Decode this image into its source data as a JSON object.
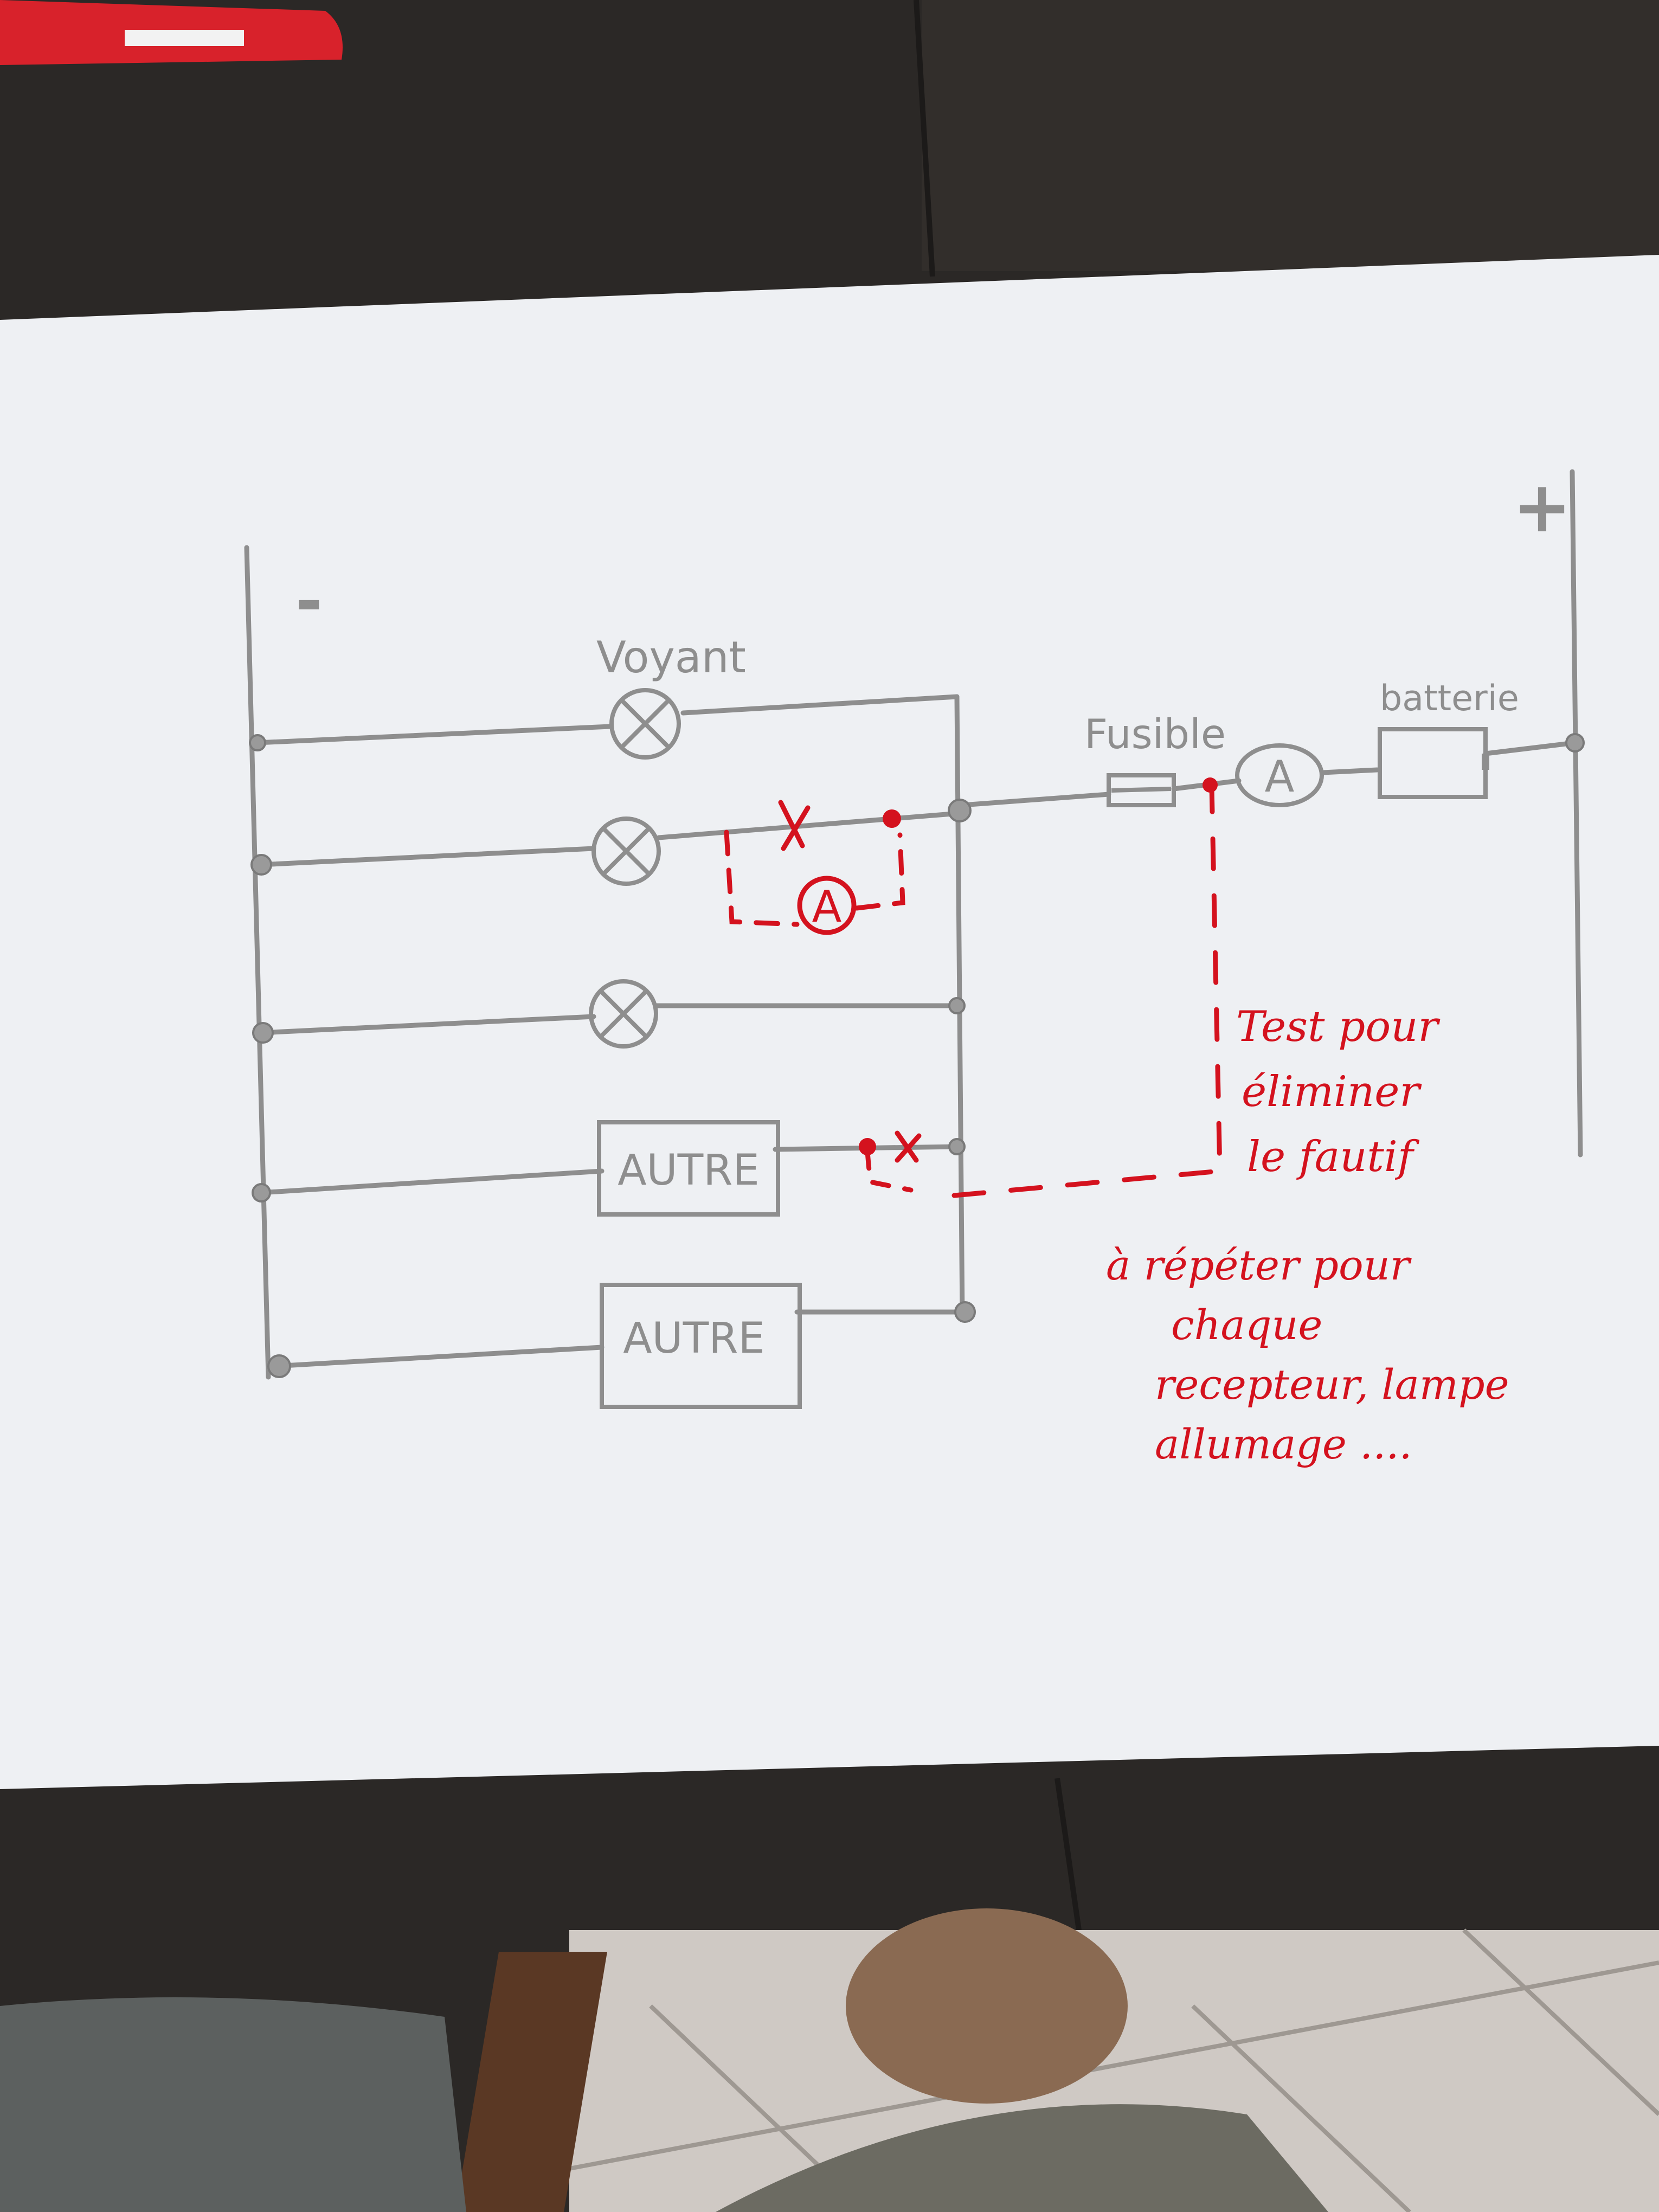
{
  "diagram": {
    "rail_minus": {
      "label": "-"
    },
    "rail_plus": {
      "label": "+"
    },
    "components": {
      "voyant": {
        "label": "Voyant",
        "symbol": "lamp"
      },
      "fusible": {
        "label": "Fusible",
        "symbol": "fuse"
      },
      "batterie": {
        "label": "batterie",
        "symbol": "battery"
      },
      "ammeter_main": {
        "label": "A",
        "symbol": "ammeter"
      },
      "ammeter_test": {
        "label": "A",
        "symbol": "ammeter"
      },
      "autre_1": {
        "label": "AUTRE",
        "symbol": "box"
      },
      "autre_2": {
        "label": "AUTRE",
        "symbol": "box"
      }
    },
    "branches": [
      {
        "load": "lamp"
      },
      {
        "load": "lamp",
        "test": "ammeter-in-place-of-open-link"
      },
      {
        "load": "lamp"
      },
      {
        "load": "box",
        "test": "open-link"
      },
      {
        "load": "box"
      }
    ],
    "annotations": {
      "test_note": [
        "Test pour",
        "éliminer",
        "le fautif"
      ],
      "repeat_note": [
        "à répéter pour",
        "chaque",
        "recepteur, lampe",
        "allumage ...."
      ]
    },
    "colors": {
      "pencil": "#8e8e8e",
      "red_pen": "#d4121e",
      "paper": "#eef0f3",
      "table": "#2b2826"
    }
  }
}
